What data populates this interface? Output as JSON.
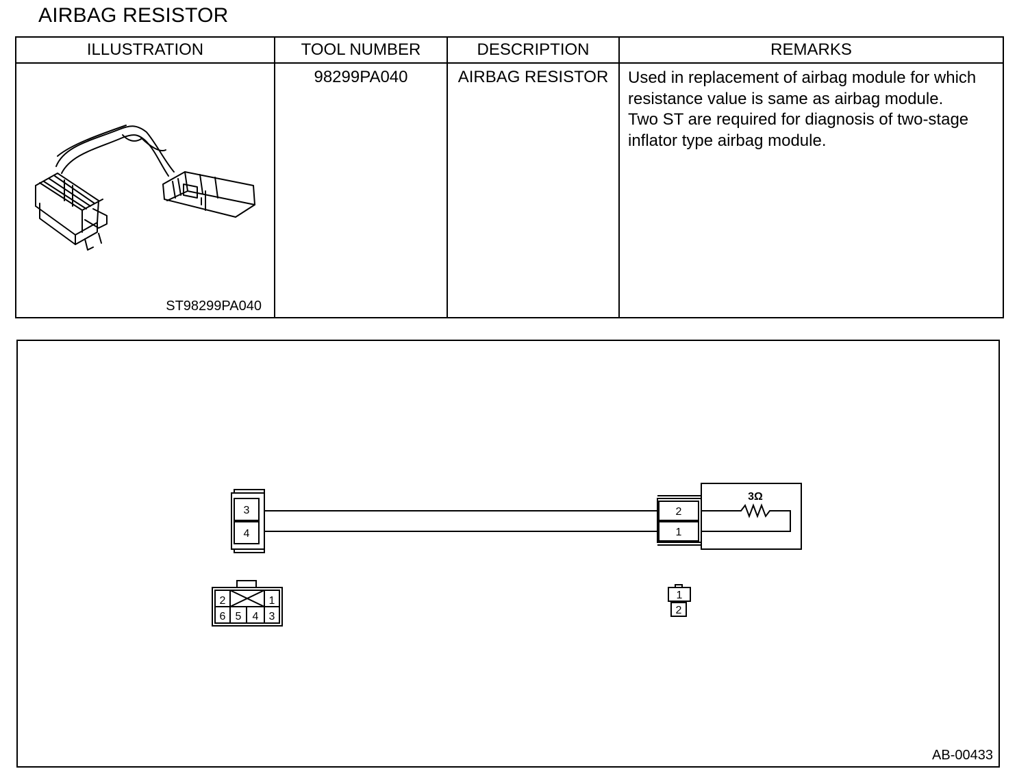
{
  "page": {
    "title": "AIRBAG RESISTOR"
  },
  "table": {
    "headers": {
      "illustration": "ILLUSTRATION",
      "tool_number": "TOOL NUMBER",
      "description": "DESCRIPTION",
      "remarks": "REMARKS"
    },
    "row": {
      "illustration_code": "ST98299PA040",
      "tool_number": "98299PA040",
      "description": "AIRBAG RESISTOR",
      "remarks_lines": [
        "Used in replacement of airbag module for which",
        "resistance value is same as airbag module.",
        "Two ST are required for diagnosis of two-stage",
        "inflator type airbag module."
      ]
    }
  },
  "diagram": {
    "left_connector_pins": [
      "3",
      "4"
    ],
    "right_connector_pins": [
      "2",
      "1"
    ],
    "resistor_label": "3Ω",
    "left_face_top_pins": [
      "2",
      "1"
    ],
    "left_face_bottom_pins": [
      "6",
      "5",
      "4",
      "3"
    ],
    "right_face_pins": [
      "1",
      "2"
    ],
    "figure_code": "AB-00433"
  }
}
